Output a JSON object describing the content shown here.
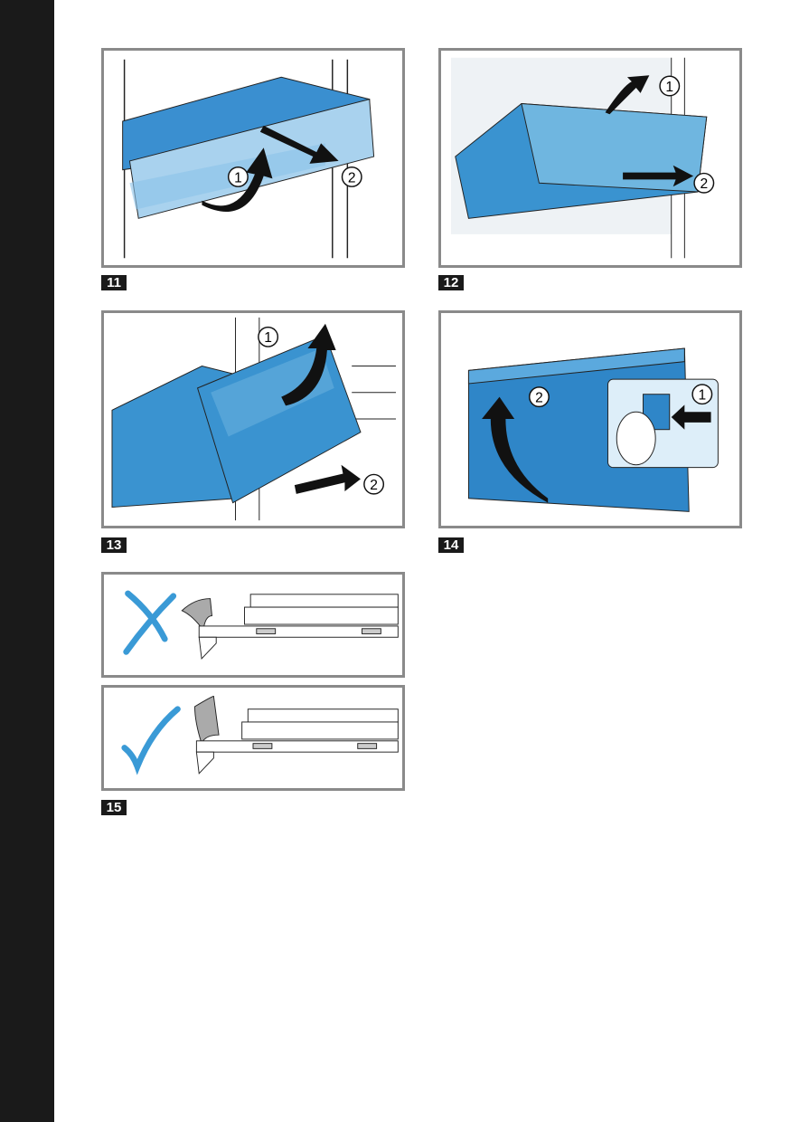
{
  "figures": [
    {
      "number": "11",
      "steps": [
        "1",
        "2"
      ]
    },
    {
      "number": "12",
      "steps": [
        "1",
        "2"
      ]
    },
    {
      "number": "13",
      "steps": [
        "1",
        "2"
      ]
    },
    {
      "number": "14",
      "steps": [
        "1",
        "2"
      ]
    },
    {
      "number": "15",
      "panels": [
        "incorrect",
        "correct"
      ]
    }
  ],
  "colors": {
    "blue": "#3a93d0",
    "light_blue": "#a9d2ee",
    "frame": "#8a8a8a",
    "sidebar": "#1a1a1a"
  }
}
